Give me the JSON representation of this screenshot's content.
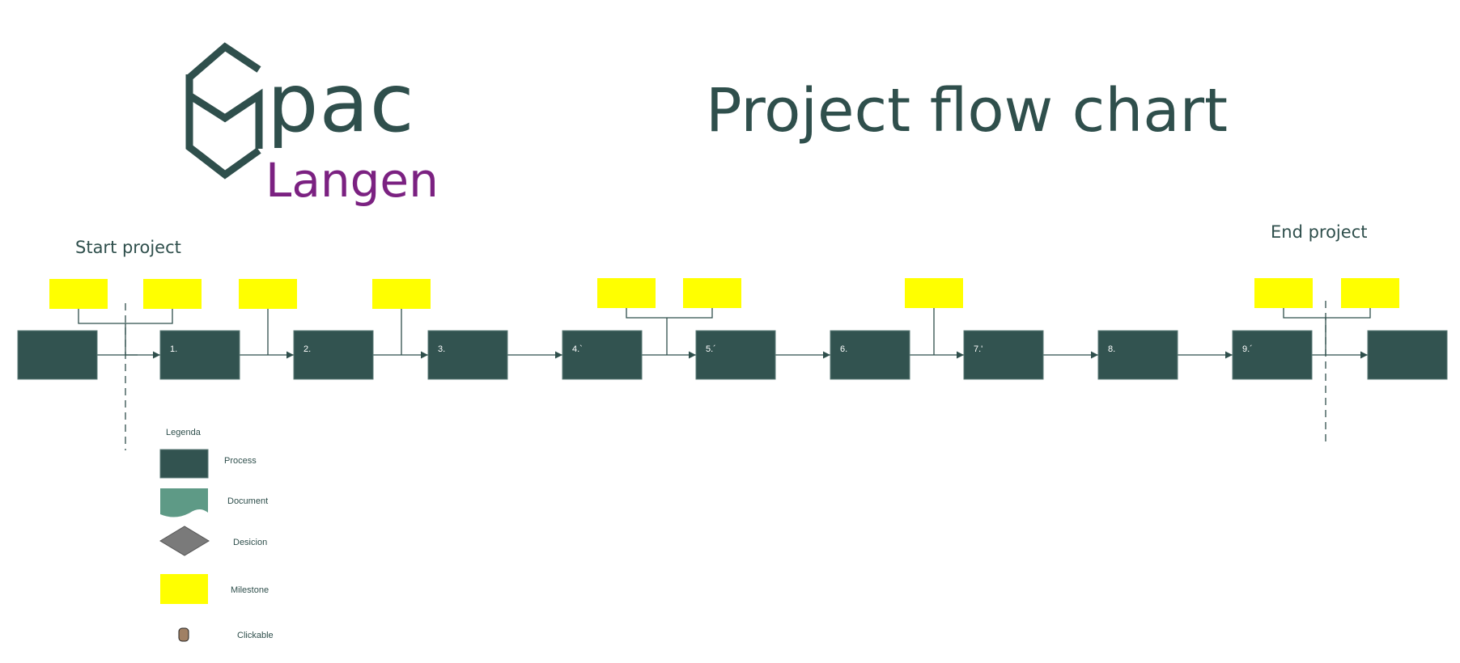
{
  "header": {
    "logo_pac": "pac",
    "logo_langen": "Langen",
    "title": "Project flow chart"
  },
  "phases": {
    "start_label": "Start project",
    "end_label": "End project"
  },
  "process_steps": [
    {
      "label": ""
    },
    {
      "label": "1."
    },
    {
      "label": "2."
    },
    {
      "label": "3."
    },
    {
      "label": "4.`"
    },
    {
      "label": "5.´"
    },
    {
      "label": "6."
    },
    {
      "label": "7.'"
    },
    {
      "label": "8."
    },
    {
      "label": "9.´"
    },
    {
      "label": ""
    }
  ],
  "legend": {
    "title": "Legenda",
    "items": [
      {
        "shape": "process",
        "label": "Process"
      },
      {
        "shape": "document",
        "label": "Document"
      },
      {
        "shape": "decision",
        "label": "Desicion"
      },
      {
        "shape": "milestone",
        "label": "Milestone"
      },
      {
        "shape": "clickable",
        "label": "Clickable"
      }
    ]
  },
  "colors": {
    "process": "#325350",
    "milestone": "#ffff00",
    "document": "#5e9a86",
    "decision": "#7a7a7a",
    "clickable": "#a08064",
    "line": "#2f4f4c",
    "title": "#2f4f4c",
    "brand_purple": "#7b2181"
  }
}
